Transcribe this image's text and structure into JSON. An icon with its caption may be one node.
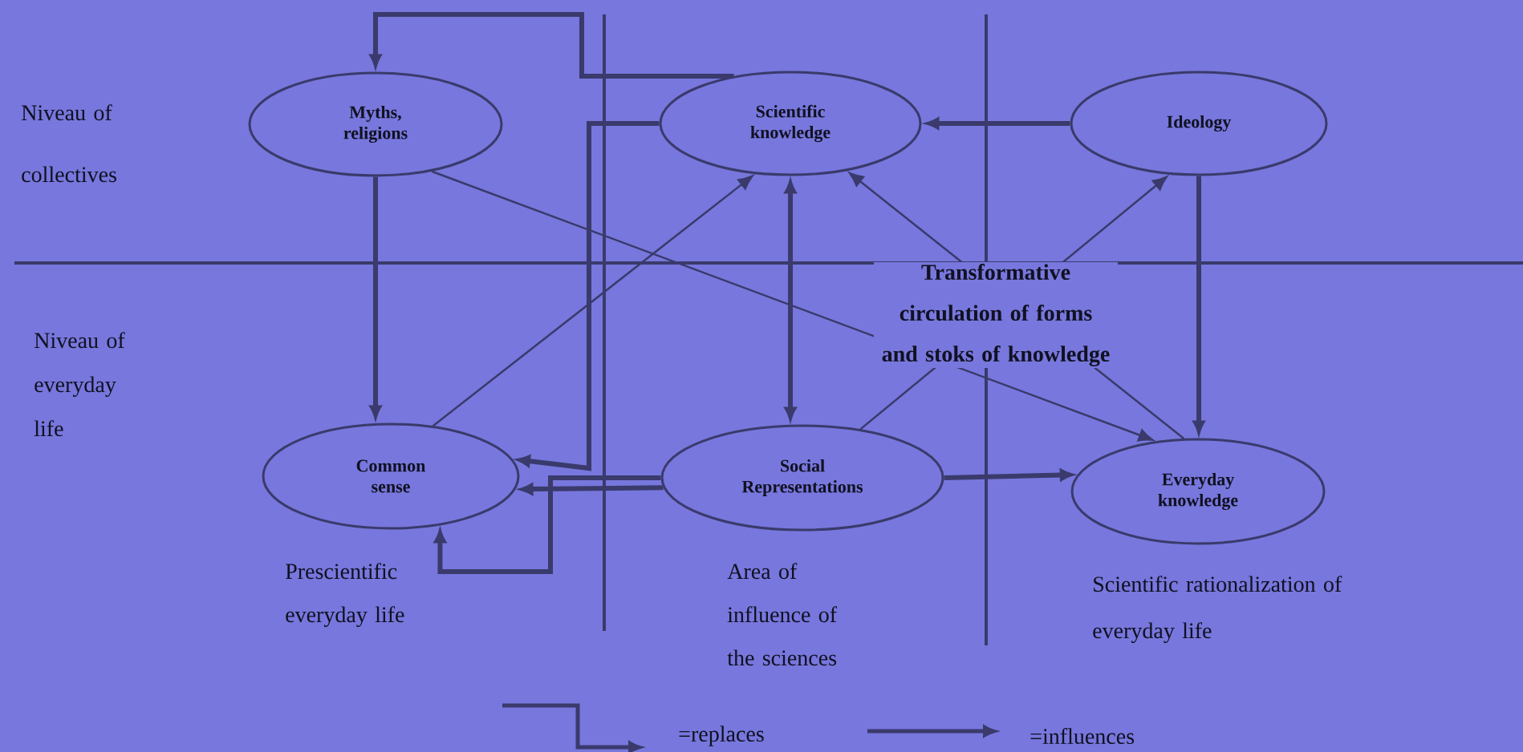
{
  "diagram": {
    "nodes": [
      {
        "text": [
          "Myths, religions"
        ]
      },
      {
        "text": [
          "Scientific knowledge"
        ]
      },
      {
        "text": [
          "Ideology"
        ]
      },
      {
        "text": [
          "Common sense"
        ]
      },
      {
        "text": [
          "Social Representations"
        ]
      },
      {
        "text": [
          "Everyday knowledge"
        ]
      }
    ],
    "edges": [
      {
        "from": 1,
        "to": 0,
        "arrow": "to"
      },
      {
        "from": 0,
        "to": 3,
        "arrow": "to"
      },
      {
        "from": 0,
        "to": 5,
        "arrow": "to"
      },
      {
        "from": 1,
        "to": 3,
        "arrow": "to"
      },
      {
        "from": 4,
        "to": 3,
        "arrow": "to"
      },
      {
        "from": 4,
        "to": 3,
        "arrow": "to"
      },
      {
        "from": 3,
        "to": 1,
        "arrow": "to"
      },
      {
        "from": 1,
        "to": 4,
        "arrow": "both"
      },
      {
        "from": 2,
        "to": 1,
        "arrow": "to"
      },
      {
        "from": 2,
        "to": 5,
        "arrow": "to"
      },
      {
        "from": 4,
        "to": 2,
        "arrow": "to"
      },
      {
        "from": 5,
        "to": 1,
        "arrow": "to"
      },
      {
        "from": 4,
        "to": 5,
        "arrow": "to"
      }
    ],
    "labels": [
      "Niveau of collectives",
      "Niveau of everyday life",
      "Transformative circulation of forms and stoks of knowledge",
      "Prescientific everyday life",
      "Area of influence of the sciences",
      "Scientific rationalization of everyday life"
    ],
    "legend": [
      {
        "text": "=replaces"
      },
      {
        "text": "=influences"
      }
    ]
  }
}
